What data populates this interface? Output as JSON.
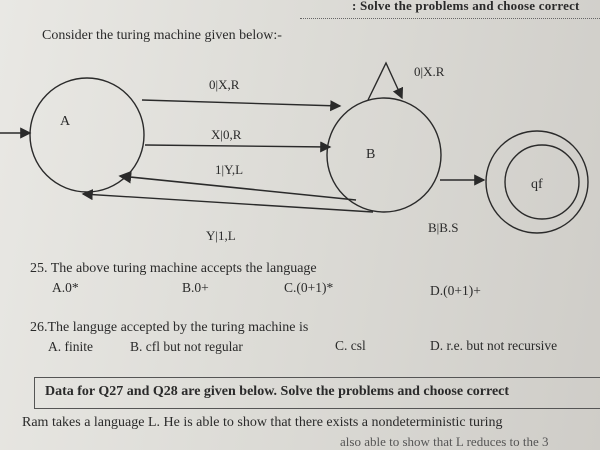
{
  "header": {
    "banner": ": Solve the problems and choose correct"
  },
  "intro": "Consider the turing machine given below:-",
  "diagram": {
    "states": {
      "a": "A",
      "b": "B",
      "final": "qf"
    },
    "transitions": {
      "a_to_b_top": "0|X,R",
      "a_to_b_mid": "X|0,R",
      "b_to_a_upper": "1|Y,L",
      "b_to_a_lower": "Y|1,L",
      "b_loop": "0|X.R",
      "b_to_final": "B|B.S"
    }
  },
  "q25": {
    "text": "25. The above turing machine accepts the language",
    "options": [
      "A.0*",
      "B.0+",
      "C.(0+1)*",
      "D.(0+1)+"
    ]
  },
  "q26": {
    "text": "26.The languge accepted by the turing machine is",
    "options": [
      "A. finite",
      "B. cfl but not regular",
      "C. csl",
      "D. r.e. but not recursive"
    ]
  },
  "data_section": {
    "title": "Data  for Q27 and Q28 are given below. Solve the problems and choose correct"
  },
  "paragraph": {
    "line1": "Ram takes a language L. He is able to show that there exists a nondeterministic turing",
    "line2": "also able to show that L reduces to the 3"
  }
}
